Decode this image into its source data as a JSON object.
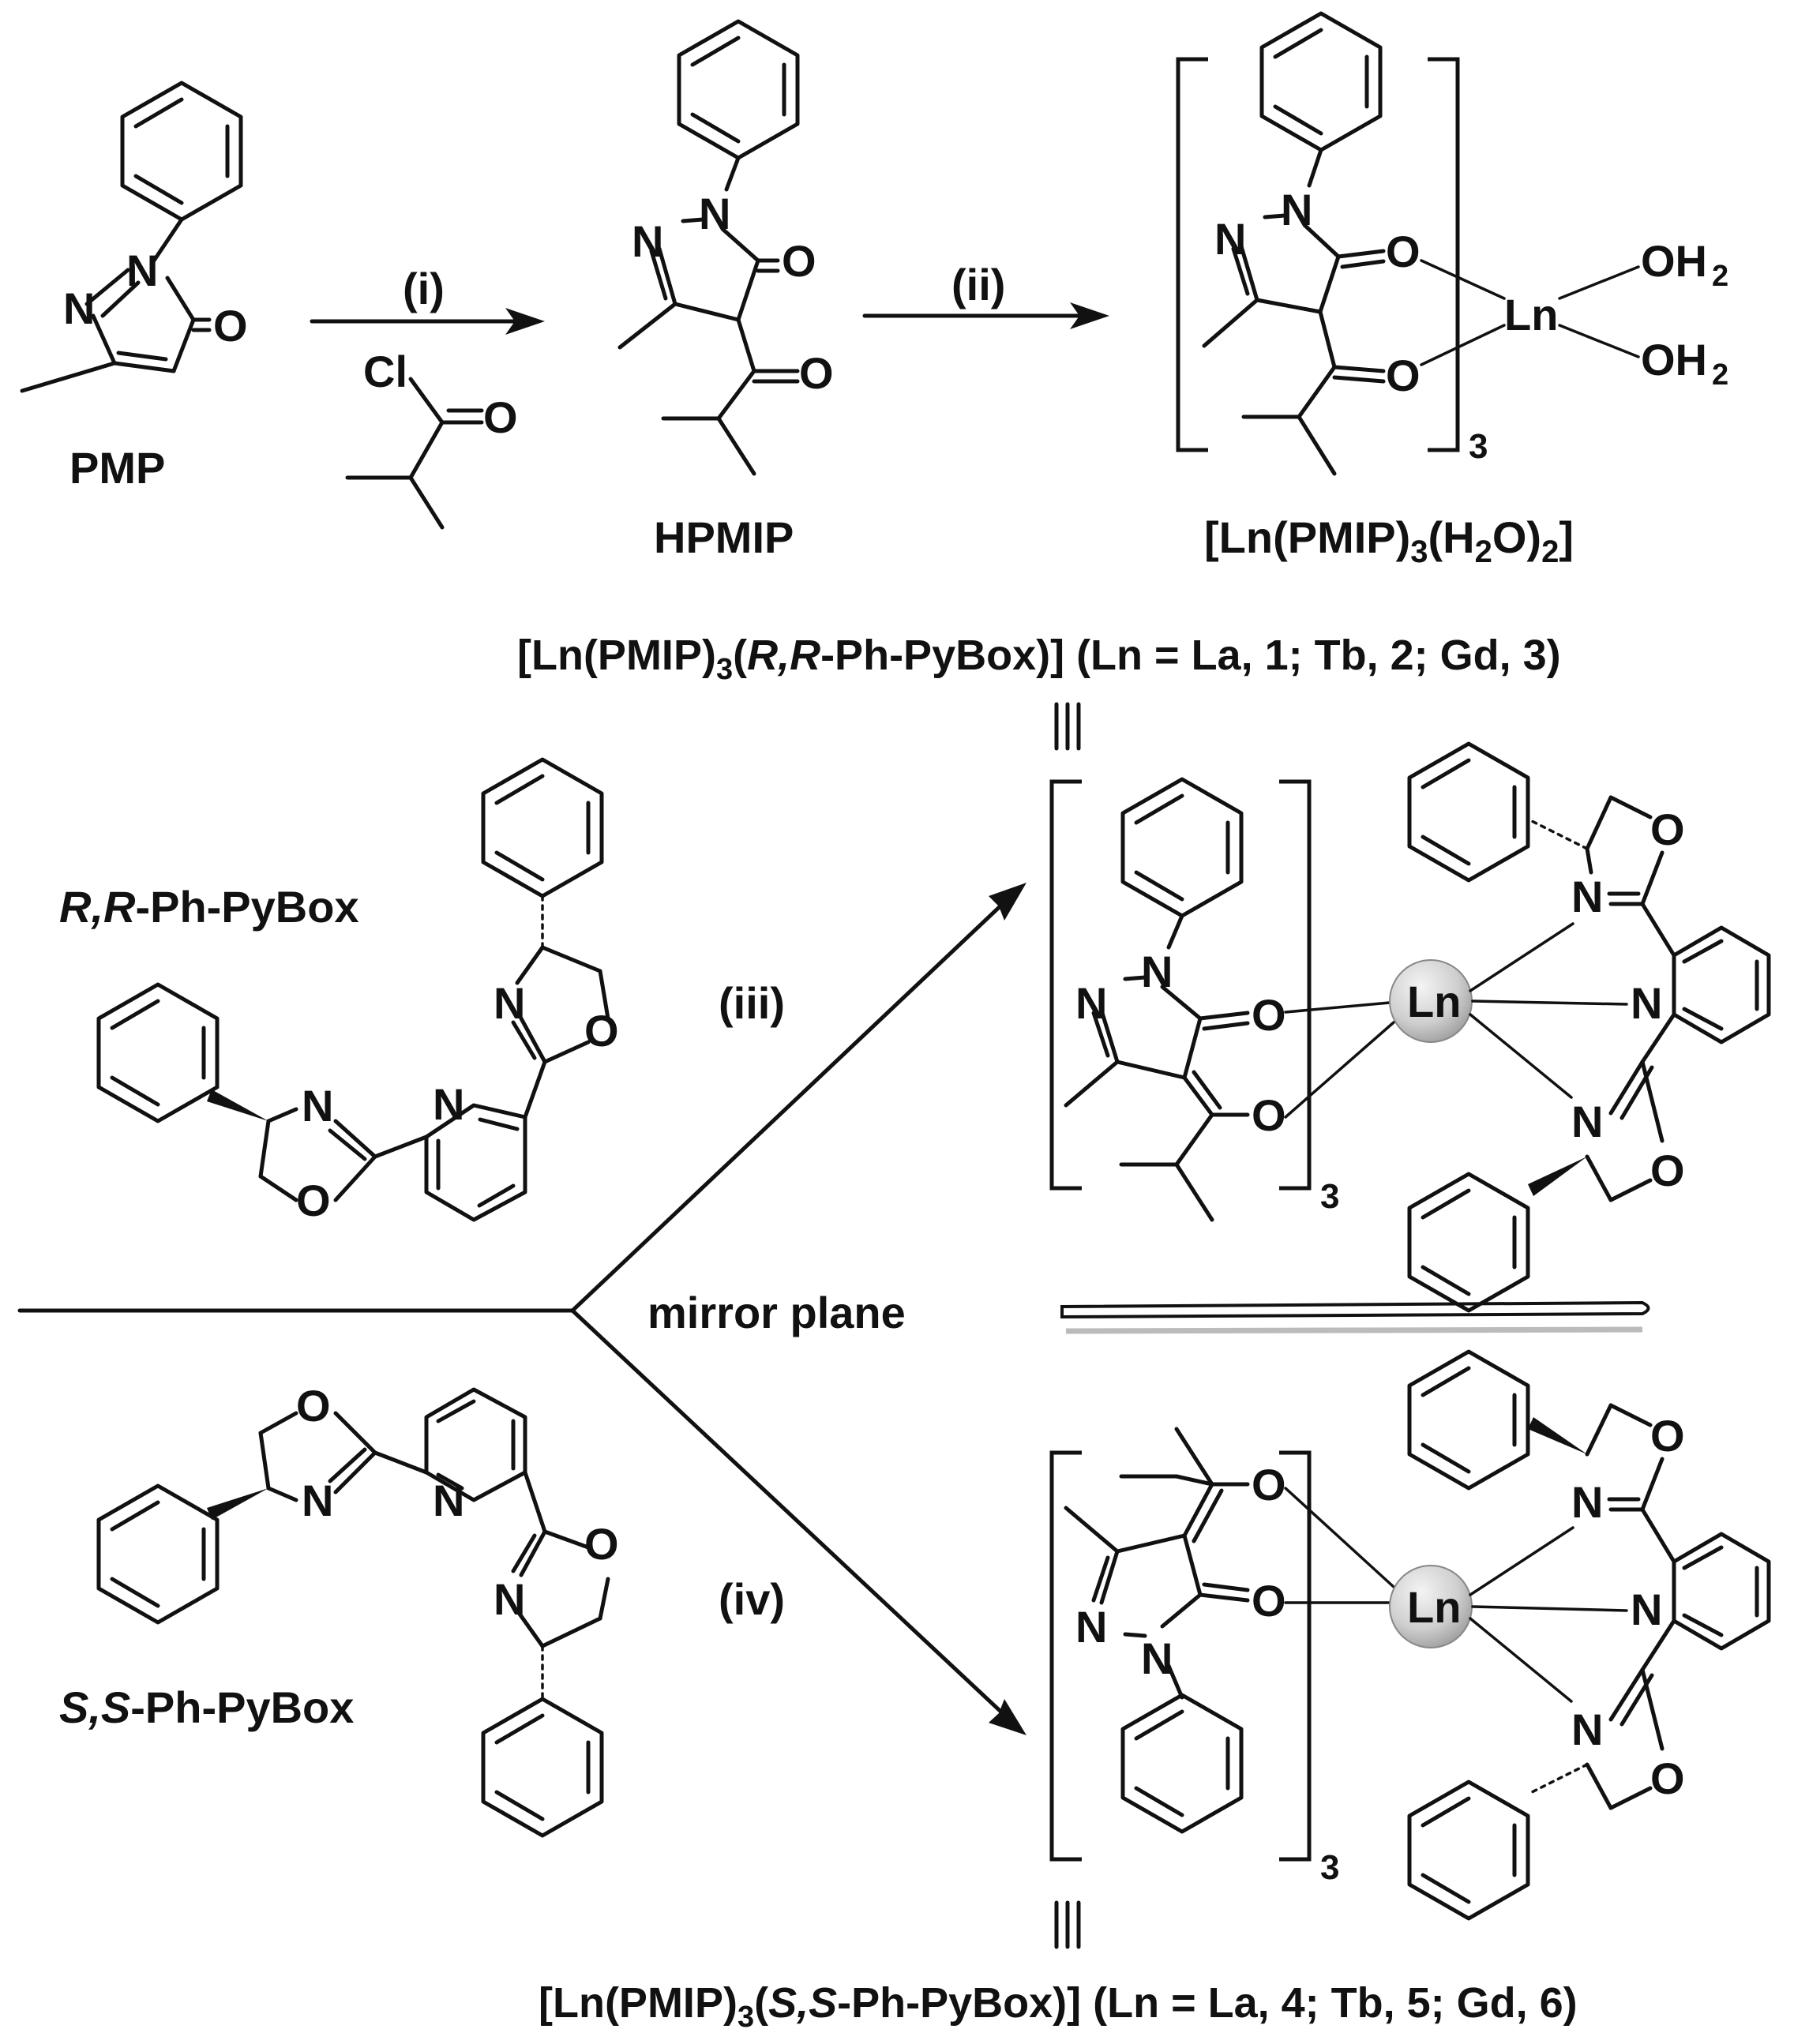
{
  "compounds": {
    "pmp": "PMP",
    "hpmip": "HPMIP",
    "hydrate_prefix": "[Ln(PMIP)",
    "hydrate_sub3": "3",
    "hydrate_mid": "(H",
    "hydrate_sub2": "2",
    "hydrate_mid2": "O)",
    "hydrate_sub2b": "2",
    "hydrate_end": "]",
    "rr_pybox_italic": "R,R",
    "rr_pybox_rest": "-Ph-PyBox",
    "ss_pybox_italic": "S,S",
    "ss_pybox_rest": "-Ph-PyBox"
  },
  "steps": {
    "i": "(i)",
    "ii": "(ii)",
    "iii": "(iii)",
    "iv": "(iv)"
  },
  "mirror_label": "mirror plane",
  "product_rr": {
    "p1": "[Ln(PMIP)",
    "sub": "3",
    "p2": "(",
    "ital": "R,R",
    "p3": "-Ph-PyBox)] (Ln = La, 1; Tb, 2; Gd, 3)"
  },
  "product_ss": {
    "p1": "[Ln(PMIP)",
    "sub": "3",
    "p2": "(",
    "ital": "S,S",
    "p3": "-Ph-PyBox)] (Ln = La, 4; Tb, 5; Gd, 6)"
  },
  "atoms": {
    "N": "N",
    "O": "O",
    "Cl": "Cl",
    "Ln": "Ln",
    "OH": "OH",
    "two": "2",
    "three": "3"
  },
  "colors": {
    "ink": "#111111",
    "ln_sphere_light": "#f4f4f4",
    "ln_sphere_dark": "#9a9a9a",
    "mirror_shadow": "#bbbbbb"
  }
}
